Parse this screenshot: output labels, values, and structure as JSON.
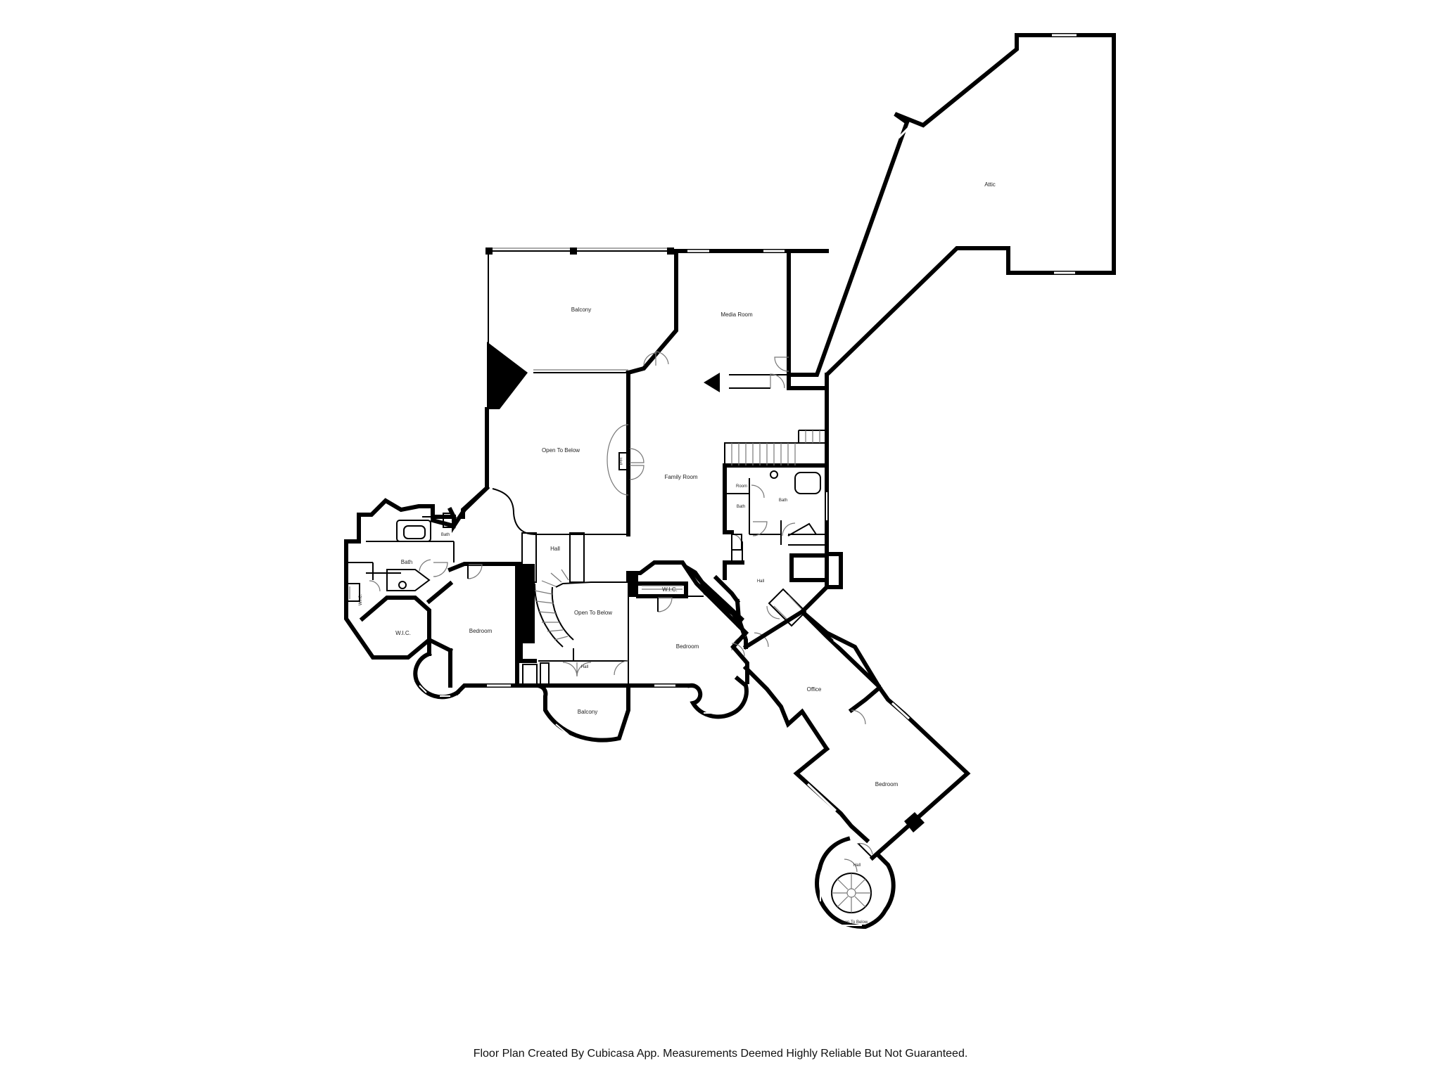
{
  "rooms": {
    "attic": "Attic",
    "balcony_top": "Balcony",
    "media_room": "Media Room",
    "open_to_below_1": "Open To Below",
    "hall_arc": "Hall",
    "family_room": "Family Room",
    "room_small": "Room",
    "bath_small": "Bath",
    "bath_right": "Bath",
    "hall_left": "Hall",
    "bath_left": "Bath",
    "bath_left_small": "Bath",
    "wic_left_tall": "W.I.C.",
    "wic_left": "W.I.C.",
    "bedroom_left": "Bedroom",
    "open_to_below_2": "Open To Below",
    "hall_small": "Hall",
    "balcony_bottom": "Balcony",
    "wic_center": "W.I.C.",
    "bedroom_center": "Bedroom",
    "hall_right": "Hall",
    "office": "Office",
    "bedroom_right": "Bedroom",
    "hall_tower": "Hall",
    "open_to_below_3": "Open To Below"
  },
  "footer": "Floor Plan Created By Cubicasa App. Measurements Deemed Highly Reliable But Not Guaranteed."
}
